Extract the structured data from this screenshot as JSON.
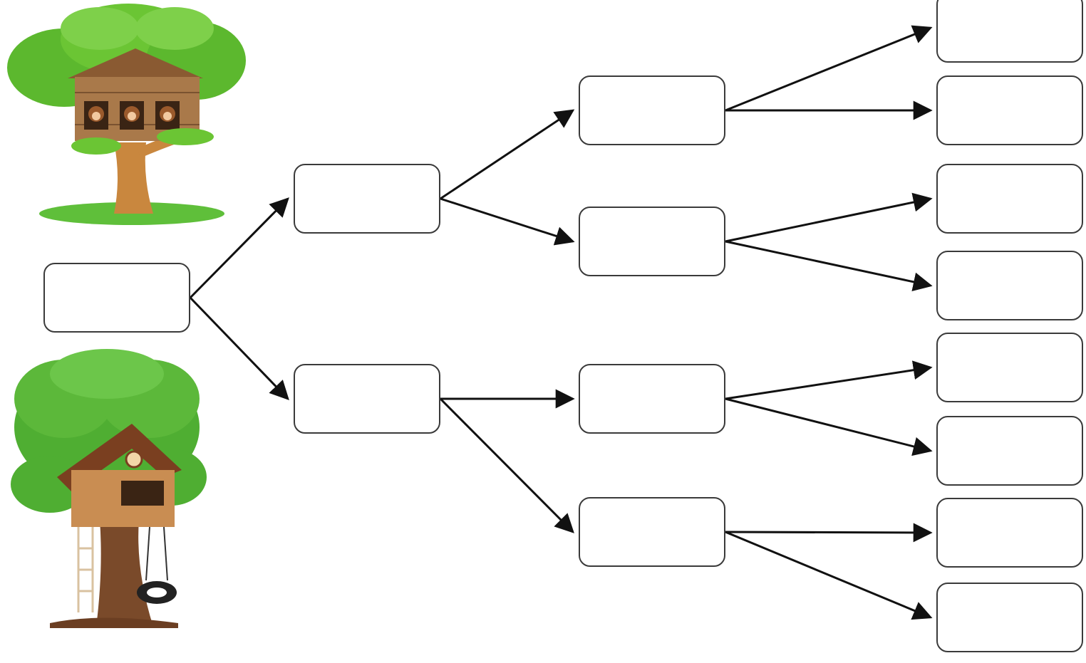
{
  "diagram": {
    "type": "tree-diagram",
    "line_color": "#111111",
    "box_border_color": "#3a3a3a",
    "nodes": [
      {
        "id": "root",
        "label": ""
      },
      {
        "id": "l1-top",
        "label": ""
      },
      {
        "id": "l1-bottom",
        "label": ""
      },
      {
        "id": "l2-1",
        "label": ""
      },
      {
        "id": "l2-2",
        "label": ""
      },
      {
        "id": "l2-3",
        "label": ""
      },
      {
        "id": "l2-4",
        "label": ""
      },
      {
        "id": "l3-1",
        "label": ""
      },
      {
        "id": "l3-2",
        "label": ""
      },
      {
        "id": "l3-3",
        "label": ""
      },
      {
        "id": "l3-4",
        "label": ""
      },
      {
        "id": "l3-5",
        "label": ""
      },
      {
        "id": "l3-6",
        "label": ""
      },
      {
        "id": "l3-7",
        "label": ""
      },
      {
        "id": "l3-8",
        "label": ""
      }
    ],
    "edges": [
      {
        "from": "root",
        "to": "l1-top"
      },
      {
        "from": "root",
        "to": "l1-bottom"
      },
      {
        "from": "l1-top",
        "to": "l2-1"
      },
      {
        "from": "l1-top",
        "to": "l2-2"
      },
      {
        "from": "l1-bottom",
        "to": "l2-3"
      },
      {
        "from": "l1-bottom",
        "to": "l2-4"
      },
      {
        "from": "l2-1",
        "to": "l3-1"
      },
      {
        "from": "l2-1",
        "to": "l3-2"
      },
      {
        "from": "l2-2",
        "to": "l3-3"
      },
      {
        "from": "l2-2",
        "to": "l3-4"
      },
      {
        "from": "l2-3",
        "to": "l3-5"
      },
      {
        "from": "l2-3",
        "to": "l3-6"
      },
      {
        "from": "l2-4",
        "to": "l3-7"
      },
      {
        "from": "l2-4",
        "to": "l3-8"
      }
    ]
  },
  "illustrations": [
    {
      "icon": "treehouse-with-monkeys-icon",
      "colors": {
        "leaves": "#5cb82e",
        "wood": "#a9794a",
        "grass": "#5fbf3a"
      }
    },
    {
      "icon": "treehouse-with-swing-icon",
      "colors": {
        "leaves": "#4fae32",
        "wood": "#c98d52",
        "trunk": "#7a4a2a"
      }
    }
  ]
}
